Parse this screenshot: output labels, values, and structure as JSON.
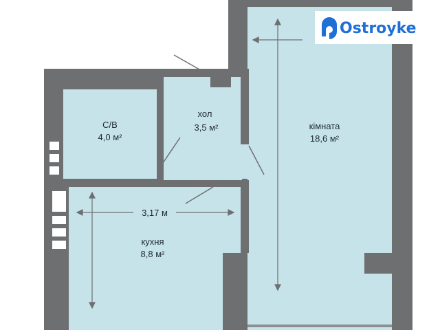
{
  "brand": {
    "name": "Ostroyke",
    "color": "#1f6fd6"
  },
  "colors": {
    "wall": "#6d6f71",
    "floor": "#c7e3ea",
    "line": "#6d6f71"
  },
  "rooms": {
    "bathroom": {
      "name": "С/В",
      "area": "4,0 м²"
    },
    "hall": {
      "name": "хол",
      "area": "3,5 м²"
    },
    "living_room": {
      "name": "кімната",
      "area": "18,6 м²"
    },
    "kitchen": {
      "name": "кухня",
      "area": "8,8 м²"
    }
  },
  "dimensions": {
    "kitchen_width": "3,17 м"
  },
  "icons": {
    "logo": "ostroyke-logo-icon",
    "dimension_arrow": "double-arrow-icon"
  }
}
